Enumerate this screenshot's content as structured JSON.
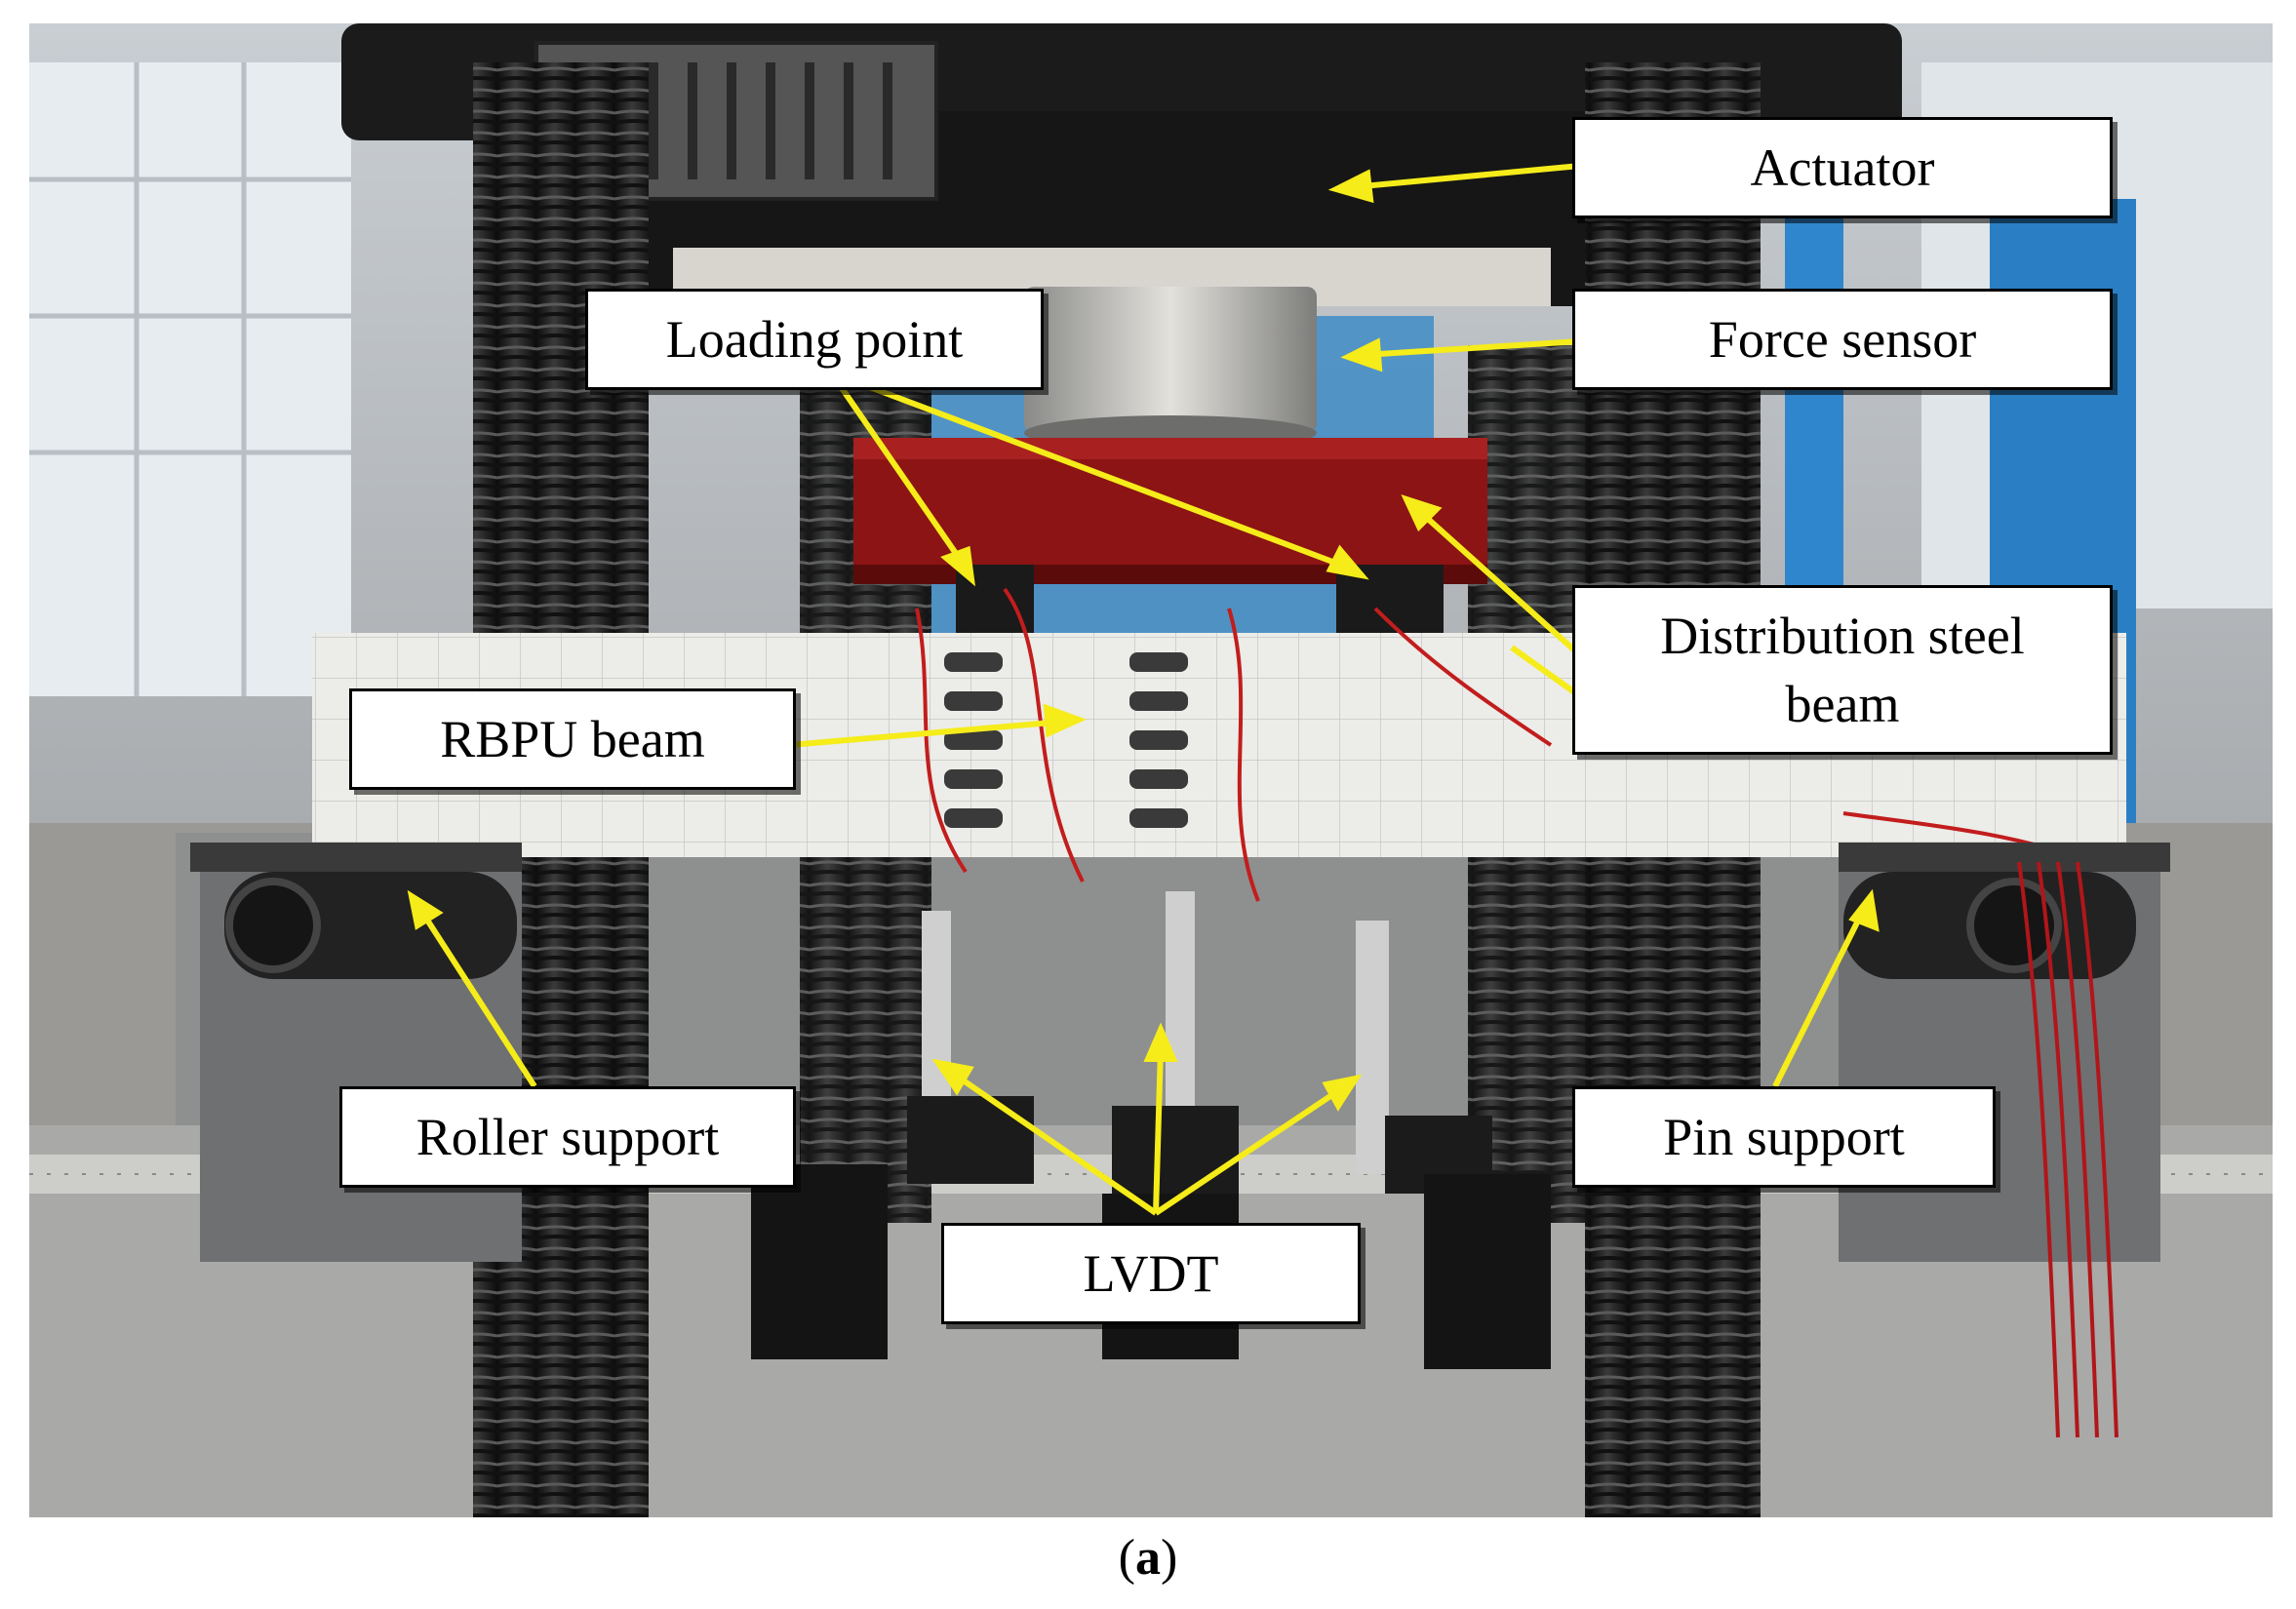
{
  "labels": {
    "actuator": "Actuator",
    "force_sensor": "Force sensor",
    "loading_point": "Loading point",
    "distribution_beam": "Distribution steel\nbeam",
    "rbpu_beam": "RBPU beam",
    "roller_support": "Roller support",
    "pin_support": "Pin support",
    "lvdt": "LVDT"
  },
  "caption": {
    "open": "(",
    "letter": "a",
    "close": ")"
  },
  "colors": {
    "arrow": "#f5ec1a",
    "steel_beam": "#8c1414",
    "rbpu_beam": "#ecece8",
    "column": "#1f1f1f",
    "frame_blue": "#2a7fc4"
  }
}
